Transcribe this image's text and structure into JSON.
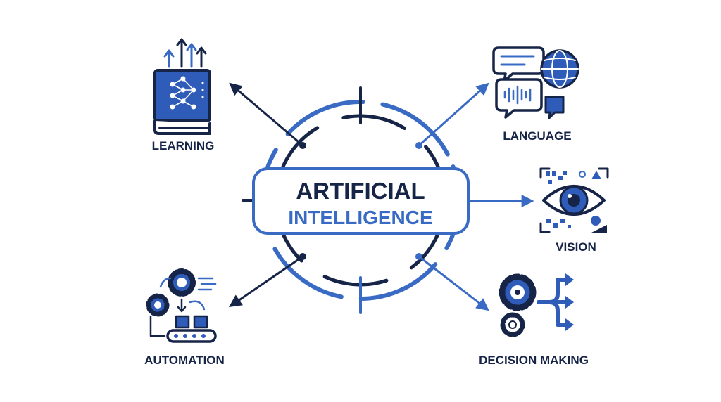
{
  "center": {
    "line1": "ARTIFICIAL",
    "line2": "INTELLIGENCE"
  },
  "nodes": [
    {
      "id": "learning",
      "label": "LEARNING",
      "icon": "book-neural-network-icon"
    },
    {
      "id": "language",
      "label": "LANGUAGE",
      "icon": "speech-bubbles-globe-icon"
    },
    {
      "id": "vision",
      "label": "VISION",
      "icon": "eye-qr-scan-icon"
    },
    {
      "id": "automation",
      "label": "AUTOMATION",
      "icon": "gears-conveyor-icon"
    },
    {
      "id": "decision",
      "label": "DECISION MAKING",
      "icon": "gears-branching-arrows-icon"
    }
  ],
  "colors": {
    "dark": "#162447",
    "blue": "#3a6bc4",
    "light_blue": "#5b8fd9"
  }
}
